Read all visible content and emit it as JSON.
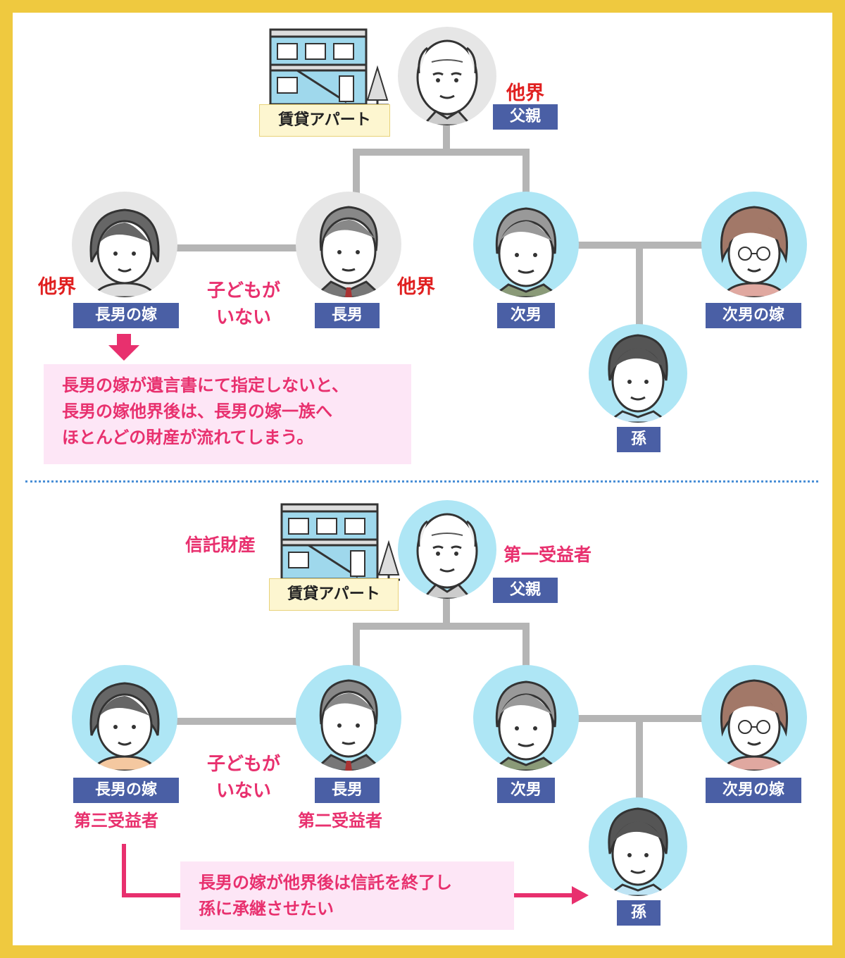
{
  "top": {
    "apartment_label": "賃貸アパート",
    "father": {
      "label": "父親",
      "status": "他界"
    },
    "eldest_son": {
      "label": "長男",
      "status": "他界"
    },
    "eldest_son_wife": {
      "label": "長男の嫁",
      "status": "他界"
    },
    "second_son": {
      "label": "次男"
    },
    "second_son_wife": {
      "label": "次男の嫁"
    },
    "grandchild": {
      "label": "孫"
    },
    "no_children": [
      "子どもが",
      "いない"
    ],
    "note_lines": [
      "長男の嫁が遺言書にて指定しないと、",
      "長男の嫁他界後は、長男の嫁一族へ",
      "ほとんどの財産が流れてしまう。"
    ]
  },
  "bottom": {
    "trust_property_label": "信託財産",
    "apartment_label": "賃貸アパート",
    "father": {
      "label": "父親",
      "role": "第一受益者"
    },
    "eldest_son": {
      "label": "長男",
      "role": "第二受益者"
    },
    "eldest_son_wife": {
      "label": "長男の嫁",
      "role": "第三受益者"
    },
    "second_son": {
      "label": "次男"
    },
    "second_son_wife": {
      "label": "次男の嫁"
    },
    "grandchild": {
      "label": "孫"
    },
    "no_children": [
      "子どもが",
      "いない"
    ],
    "note_lines": [
      "長男の嫁が他界後は信託を終了し",
      "孫に承継させたい"
    ]
  },
  "colors": {
    "frame": "#efc93f",
    "label_bg": "#4a5fa5",
    "deceased_text": "#e02020",
    "accent_pink": "#e8306e",
    "note_bg": "#fde6f6",
    "living_circle": "#aee6f5",
    "deceased_circle": "#e6e6e6",
    "connector": "#b5b5b5"
  },
  "icons": [
    "apartment-building-icon",
    "elderly-man-icon",
    "man-icon",
    "woman-icon",
    "boy-icon",
    "down-arrow-icon",
    "right-arrow-icon"
  ]
}
